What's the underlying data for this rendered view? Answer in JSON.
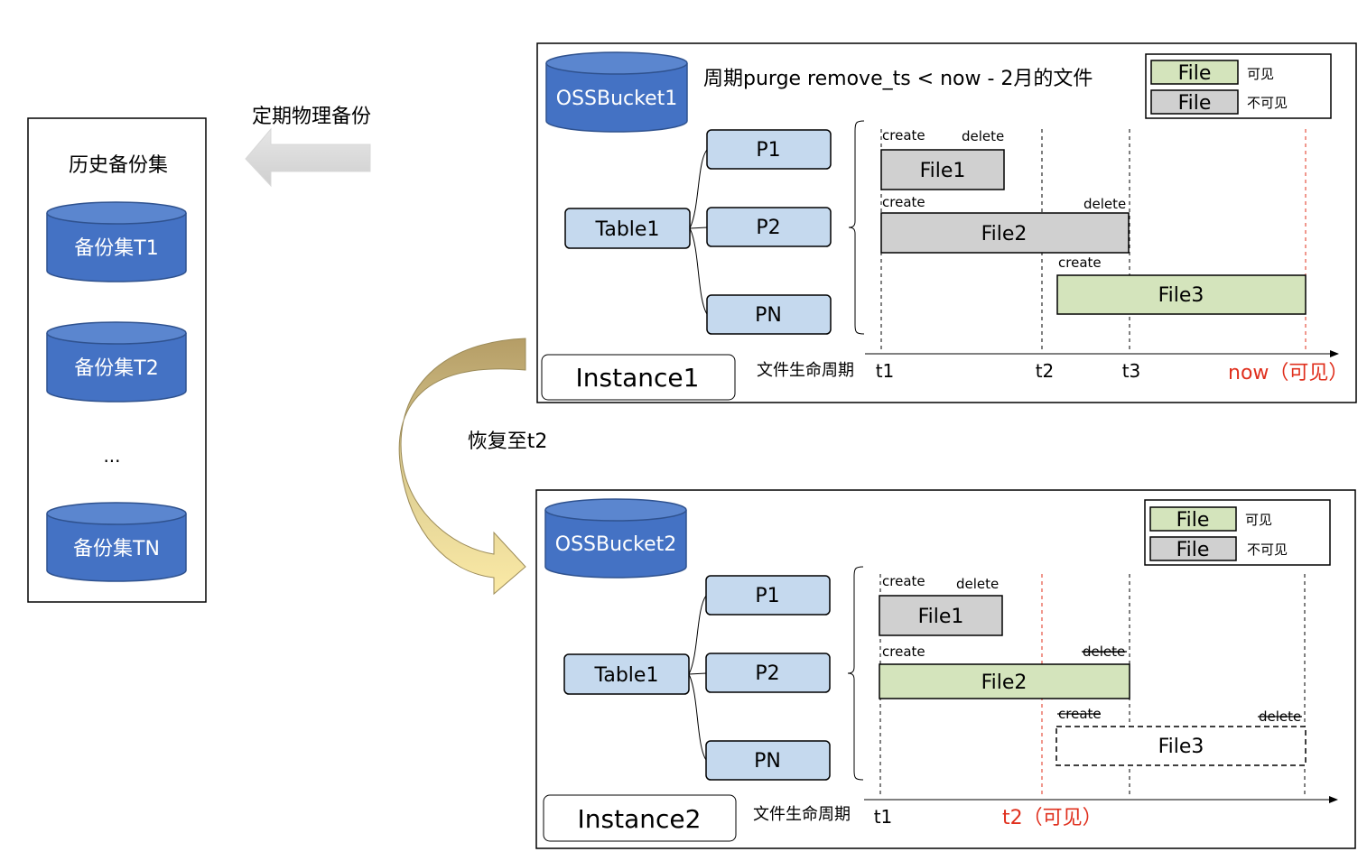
{
  "left_panel": {
    "title": "历史备份集",
    "sets": [
      "备份集T1",
      "备份集T2",
      "...",
      "备份集TN"
    ]
  },
  "backup_arrow_label": "定期物理备份",
  "restore_arrow_label": "恢复至t2",
  "instance1": {
    "bucket": "OSSBucket1",
    "purge_label": "周期purge remove_ts < now -  2月的文件",
    "legend": [
      {
        "label": "File",
        "desc": "可见",
        "color": "#d4e4bc"
      },
      {
        "label": "File",
        "desc": "不可见",
        "color": "#d0d0d0"
      }
    ],
    "table": "Table1",
    "partitions": [
      "P1",
      "P2",
      "PN"
    ],
    "files": [
      {
        "name": "File1",
        "create": "create",
        "delete": "delete",
        "visible": false
      },
      {
        "name": "File2",
        "create": "create",
        "delete": "delete",
        "visible": false
      },
      {
        "name": "File3",
        "create": "create",
        "delete": "",
        "visible": true
      }
    ],
    "instance_label": "Instance1",
    "lifecycle_label": "文件生命周期",
    "ticks": [
      "t1",
      "t2",
      "t3"
    ],
    "now_label": "now（可见）"
  },
  "instance2": {
    "bucket": "OSSBucket2",
    "legend": [
      {
        "label": "File",
        "desc": "可见",
        "color": "#d4e4bc"
      },
      {
        "label": "File",
        "desc": "不可见",
        "color": "#d0d0d0"
      }
    ],
    "table": "Table1",
    "partitions": [
      "P1",
      "P2",
      "PN"
    ],
    "files": [
      {
        "name": "File1",
        "create": "create",
        "delete": "delete",
        "visible": false
      },
      {
        "name": "File2",
        "create": "create",
        "delete": "delete",
        "visible": true
      },
      {
        "name": "File3",
        "create": "create",
        "delete": "delete",
        "visible": false
      }
    ],
    "instance_label": "Instance2",
    "lifecycle_label": "文件生命周期",
    "ticks": [
      "t1"
    ],
    "t2_label": "t2（可见）"
  },
  "colors": {
    "bucket_fill": "#4472c4",
    "partition_fill": "#c5d9ee",
    "visible_fill": "#d4e4bc",
    "invisible_fill": "#d0d0d0",
    "accent_red": "#e0301e"
  }
}
